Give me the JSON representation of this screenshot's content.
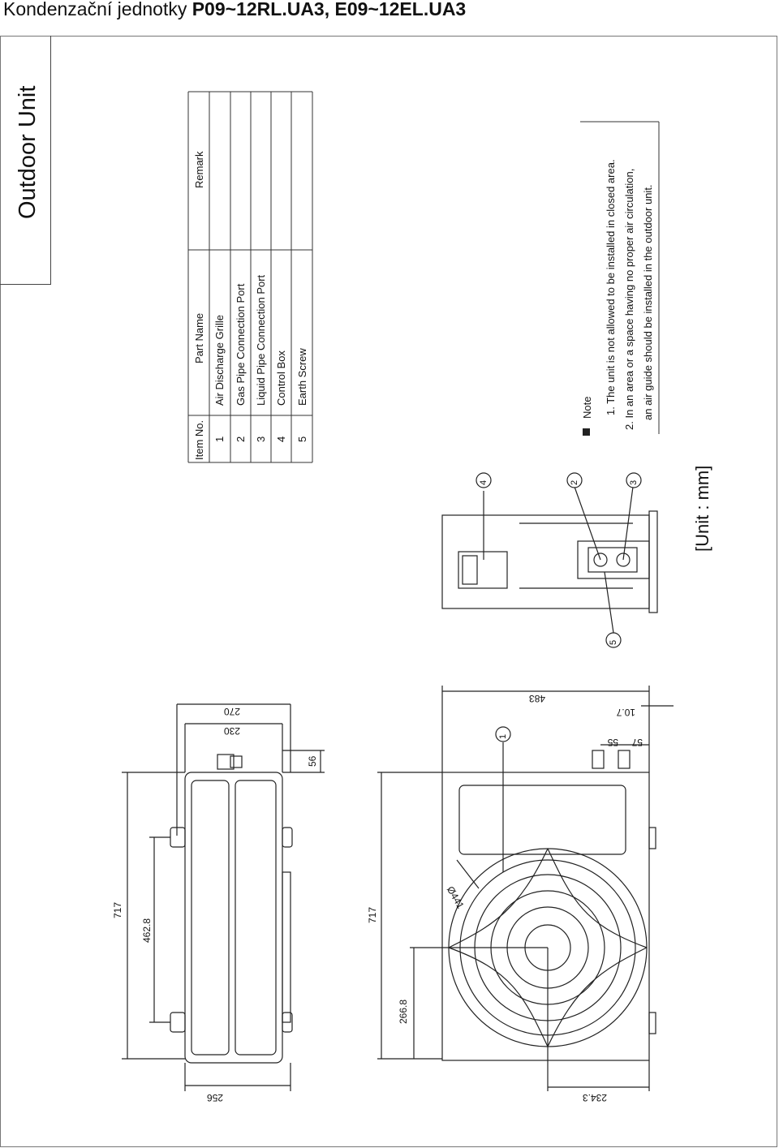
{
  "page": {
    "title_prefix": "Kondenzační jednotky ",
    "title_models": "P09~12RL.UA3, E09~12EL.UA3"
  },
  "header": {
    "section_label": "Outdoor Unit"
  },
  "parts_table": {
    "columns": [
      "Item No.",
      "Part Name",
      "Remark"
    ],
    "rows": [
      {
        "no": "1",
        "name": "Air Discharge Grille"
      },
      {
        "no": "2",
        "name": "Gas Pipe Connection Port"
      },
      {
        "no": "3",
        "name": "Liquid Pipe Connection Port"
      },
      {
        "no": "4",
        "name": "Control Box"
      },
      {
        "no": "5",
        "name": "Earth Screw"
      }
    ]
  },
  "notes": {
    "title": "Note",
    "items": [
      "1. The unit is not allowed to be installed in closed area.",
      "2. In an area or a space having no proper air circulation,",
      "an air guide should be installed in the outdoor unit."
    ]
  },
  "unit_label": "[Unit : mm]",
  "dimensions": {
    "side_height": "717",
    "side_mount": "462.8",
    "side_depth": "256",
    "side_270": "270",
    "side_230": "230",
    "side_56": "56",
    "front_height": "717",
    "front_width": "483",
    "fan_diameter": "Ø441",
    "fan_center": "266.8",
    "fan_offset": "234.3",
    "port_10_7": "10.7",
    "port_55": "55",
    "port_57": "57"
  },
  "callouts": [
    "1",
    "2",
    "3",
    "4",
    "5"
  ]
}
